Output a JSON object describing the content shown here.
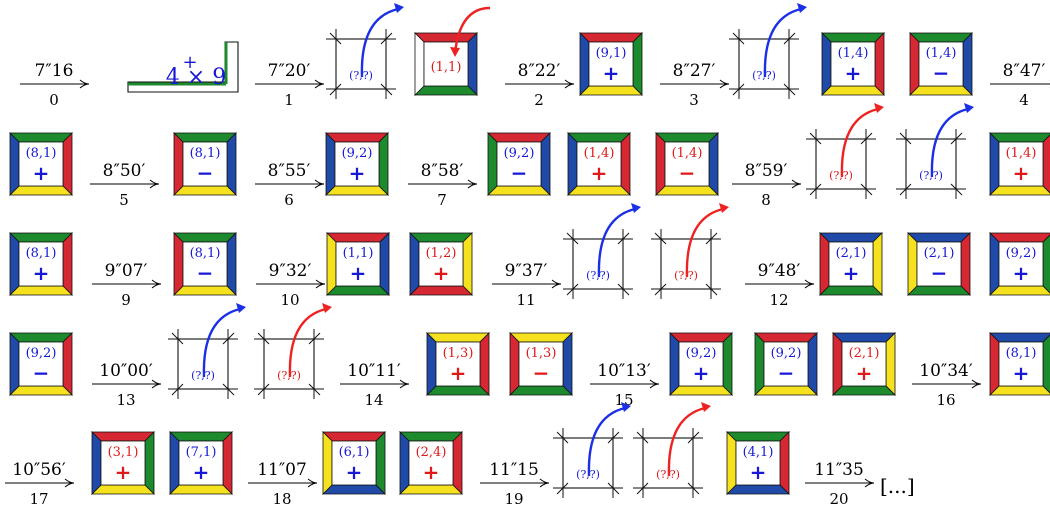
{
  "colors": {
    "red": "#d62832",
    "blue": "#1f4aa7",
    "green": "#1d8a2e",
    "yellow": "#f5e11d",
    "text_red": "#e01818",
    "text_blue": "#1717d8",
    "arrow_red": "#ef2222",
    "arrow_blue": "#1b2fe6"
  },
  "start": {
    "label": "4 × 9",
    "plus": "+"
  },
  "ending": "[...]",
  "rows": [
    [
      {
        "k": "arrow",
        "time": "7″16",
        "step": "0"
      },
      {
        "k": "start"
      },
      {
        "k": "arrow",
        "time": "7″20′",
        "step": "1"
      },
      {
        "k": "unk",
        "color": "blue",
        "label": "(?,?)"
      },
      {
        "k": "blank",
        "color": "red",
        "label": "(1,1)",
        "frame": [
          "red",
          "blue",
          "green",
          "white"
        ]
      },
      {
        "k": "arrow",
        "time": "8″22′",
        "step": "2"
      },
      {
        "k": "tile",
        "label": "(9,1)",
        "sign": "+",
        "color": "blue",
        "frame": [
          "red",
          "green",
          "yellow",
          "blue"
        ]
      },
      {
        "k": "arrow",
        "time": "8″27′",
        "step": "3"
      },
      {
        "k": "unk",
        "color": "blue",
        "label": "(?,?)"
      },
      {
        "k": "tile",
        "label": "(1,4)",
        "sign": "+",
        "color": "blue",
        "frame": [
          "green",
          "red",
          "yellow",
          "blue"
        ]
      },
      {
        "k": "tile",
        "label": "(1,4)",
        "sign": "−",
        "color": "blue",
        "frame": [
          "green",
          "blue",
          "yellow",
          "red"
        ]
      },
      {
        "k": "arrow",
        "time": "8″47′",
        "step": "4"
      }
    ],
    [
      {
        "k": "tile",
        "label": "(8,1)",
        "sign": "+",
        "color": "blue",
        "frame": [
          "green",
          "red",
          "yellow",
          "blue"
        ]
      },
      {
        "k": "arrow",
        "time": "8″50′",
        "step": "5"
      },
      {
        "k": "tile",
        "label": "(8,1)",
        "sign": "−",
        "color": "blue",
        "frame": [
          "green",
          "blue",
          "yellow",
          "red"
        ]
      },
      {
        "k": "arrow",
        "time": "8″55′",
        "step": "6"
      },
      {
        "k": "tile",
        "label": "(9,2)",
        "sign": "+",
        "color": "blue",
        "frame": [
          "red",
          "green",
          "yellow",
          "blue"
        ]
      },
      {
        "k": "arrow",
        "time": "8″58′",
        "step": "7"
      },
      {
        "k": "tile",
        "label": "(9,2)",
        "sign": "−",
        "color": "blue",
        "frame": [
          "red",
          "blue",
          "yellow",
          "green"
        ]
      },
      {
        "k": "tile",
        "label": "(1,4)",
        "sign": "+",
        "color": "red",
        "frame": [
          "green",
          "red",
          "yellow",
          "blue"
        ]
      },
      {
        "k": "tile",
        "label": "(1,4)",
        "sign": "−",
        "color": "red",
        "frame": [
          "green",
          "blue",
          "yellow",
          "red"
        ]
      },
      {
        "k": "arrow",
        "time": "8″59′",
        "step": "8"
      },
      {
        "k": "unk",
        "color": "red",
        "label": "(?,?)"
      },
      {
        "k": "unk",
        "color": "blue",
        "label": "(?,?)"
      },
      {
        "k": "tile",
        "label": "(1,4)",
        "sign": "+",
        "color": "red",
        "frame": [
          "green",
          "red",
          "yellow",
          "blue"
        ]
      }
    ],
    [
      {
        "k": "tile",
        "label": "(8,1)",
        "sign": "+",
        "color": "blue",
        "frame": [
          "green",
          "red",
          "yellow",
          "blue"
        ]
      },
      {
        "k": "arrow",
        "time": "9″07′",
        "step": "9"
      },
      {
        "k": "tile",
        "label": "(8,1)",
        "sign": "−",
        "color": "blue",
        "frame": [
          "green",
          "blue",
          "yellow",
          "red"
        ]
      },
      {
        "k": "arrow",
        "time": "9″32′",
        "step": "10"
      },
      {
        "k": "tile",
        "label": "(1,1)",
        "sign": "+",
        "color": "blue",
        "frame": [
          "red",
          "blue",
          "green",
          "yellow"
        ]
      },
      {
        "k": "tile",
        "label": "(1,2)",
        "sign": "+",
        "color": "red",
        "frame": [
          "green",
          "yellow",
          "red",
          "blue"
        ]
      },
      {
        "k": "arrow",
        "time": "9″37′",
        "step": "11"
      },
      {
        "k": "unk",
        "color": "blue",
        "label": "(?,?)"
      },
      {
        "k": "unk",
        "color": "red",
        "label": "(?,?)"
      },
      {
        "k": "arrow",
        "time": "9″48′",
        "step": "12"
      },
      {
        "k": "tile",
        "label": "(2,1)",
        "sign": "+",
        "color": "blue",
        "frame": [
          "blue",
          "yellow",
          "green",
          "red"
        ]
      },
      {
        "k": "tile",
        "label": "(2,1)",
        "sign": "−",
        "color": "blue",
        "frame": [
          "blue",
          "red",
          "green",
          "yellow"
        ]
      },
      {
        "k": "tile",
        "label": "(9,2)",
        "sign": "+",
        "color": "blue",
        "frame": [
          "red",
          "green",
          "yellow",
          "blue"
        ]
      }
    ],
    [
      {
        "k": "tile",
        "label": "(9,2)",
        "sign": "−",
        "color": "blue",
        "frame": [
          "green",
          "red",
          "yellow",
          "blue"
        ]
      },
      {
        "k": "arrow",
        "time": "10″00′",
        "step": "13"
      },
      {
        "k": "unk",
        "color": "blue",
        "label": "(?,?)"
      },
      {
        "k": "unk",
        "color": "red",
        "label": "(?,?)"
      },
      {
        "k": "arrow",
        "time": "10″11′",
        "step": "14"
      },
      {
        "k": "tile",
        "label": "(1,3)",
        "sign": "+",
        "color": "red",
        "frame": [
          "yellow",
          "red",
          "green",
          "blue"
        ]
      },
      {
        "k": "tile",
        "label": "(1,3)",
        "sign": "−",
        "color": "red",
        "frame": [
          "yellow",
          "blue",
          "green",
          "red"
        ]
      },
      {
        "k": "arrow",
        "time": "10″13′",
        "step": "15"
      },
      {
        "k": "tile",
        "label": "(9,2)",
        "sign": "+",
        "color": "blue",
        "frame": [
          "red",
          "green",
          "yellow",
          "blue"
        ]
      },
      {
        "k": "tile",
        "label": "(9,2)",
        "sign": "−",
        "color": "blue",
        "frame": [
          "red",
          "blue",
          "yellow",
          "green"
        ]
      },
      {
        "k": "tile",
        "label": "(2,1)",
        "sign": "+",
        "color": "red",
        "frame": [
          "blue",
          "yellow",
          "green",
          "red"
        ]
      },
      {
        "k": "arrow",
        "time": "10″34′",
        "step": "16"
      },
      {
        "k": "tile",
        "label": "(8,1)",
        "sign": "+",
        "color": "blue",
        "frame": [
          "blue",
          "green",
          "yellow",
          "red"
        ]
      }
    ],
    [
      {
        "k": "arrow",
        "time": "10″56′",
        "step": "17"
      },
      {
        "k": "tile",
        "label": "(3,1)",
        "sign": "+",
        "color": "red",
        "frame": [
          "red",
          "green",
          "yellow",
          "blue"
        ]
      },
      {
        "k": "tile",
        "label": "(7,1)",
        "sign": "+",
        "color": "blue",
        "frame": [
          "green",
          "red",
          "yellow",
          "blue"
        ]
      },
      {
        "k": "arrow",
        "time": "11″07",
        "step": "18"
      },
      {
        "k": "tile",
        "label": "(6,1)",
        "sign": "+",
        "color": "blue",
        "frame": [
          "red",
          "green",
          "blue",
          "yellow"
        ]
      },
      {
        "k": "tile",
        "label": "(2,4)",
        "sign": "+",
        "color": "red",
        "frame": [
          "green",
          "red",
          "yellow",
          "blue"
        ]
      },
      {
        "k": "arrow",
        "time": "11″15",
        "step": "19"
      },
      {
        "k": "unk",
        "color": "blue",
        "label": "(?,?)"
      },
      {
        "k": "unk",
        "color": "red",
        "label": "(?,?)"
      },
      {
        "k": "tile",
        "label": "(4,1)",
        "sign": "+",
        "color": "blue",
        "frame": [
          "green",
          "red",
          "blue",
          "yellow"
        ]
      },
      {
        "k": "arrow",
        "time": "11″35",
        "step": "20"
      },
      {
        "k": "end"
      }
    ]
  ]
}
